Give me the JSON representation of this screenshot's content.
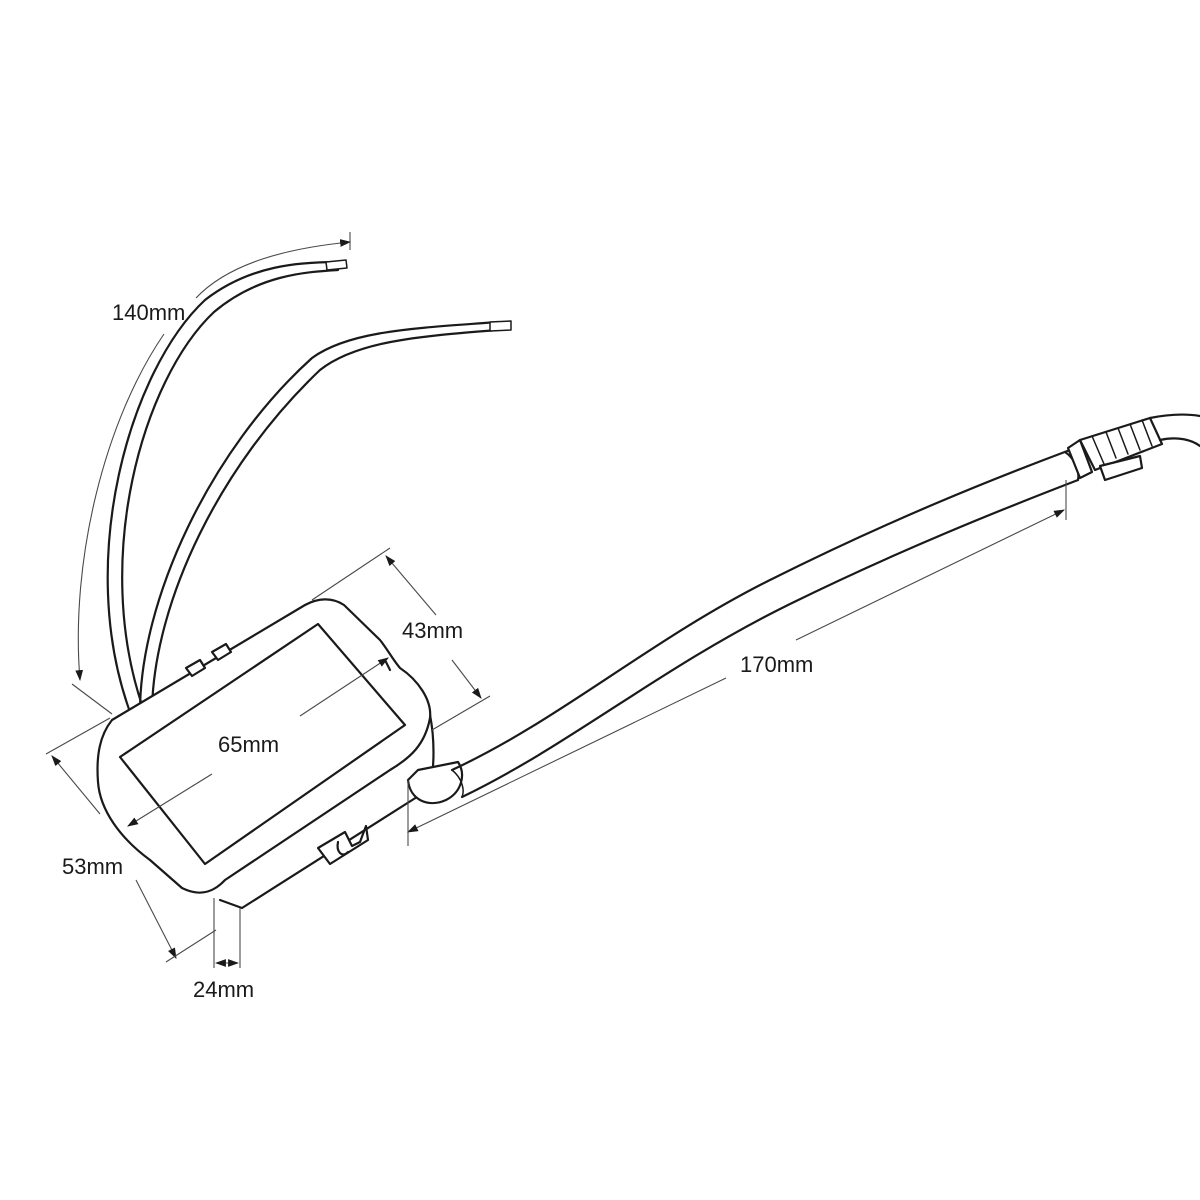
{
  "diagram": {
    "labels": {
      "wire_length": "140mm",
      "height": "43mm",
      "length": "65mm",
      "width": "53mm",
      "depth": "24mm",
      "cable_length": "170mm"
    },
    "colors": {
      "line": "#1a1a1a",
      "background": "#ffffff"
    }
  }
}
